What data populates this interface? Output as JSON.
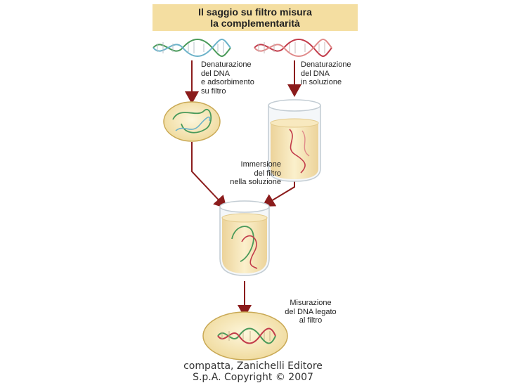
{
  "title": {
    "line1": "Il saggio su filtro misura",
    "line2": "la complementarità"
  },
  "labels": {
    "denat_left": [
      "Denaturazione",
      "del DNA",
      "e adsorbimento",
      "su filtro"
    ],
    "denat_right": [
      "Denaturazione",
      "del DNA",
      "in soluzione"
    ],
    "immersion": [
      "Immersione",
      "del filtro",
      "nella soluzione"
    ],
    "measure": [
      "Misurazione",
      "del DNA legato",
      "al filtro"
    ]
  },
  "footer": {
    "line1": "compatta, Zanichelli Editore",
    "line2": "S.p.A. Copyright © 2007"
  },
  "colors": {
    "title_bg": "#f4dea1",
    "arrow": "#8b1c1c",
    "dna_green": "#4a9a5a",
    "dna_red": "#c23b4a",
    "solution": "#f6e4b4"
  }
}
